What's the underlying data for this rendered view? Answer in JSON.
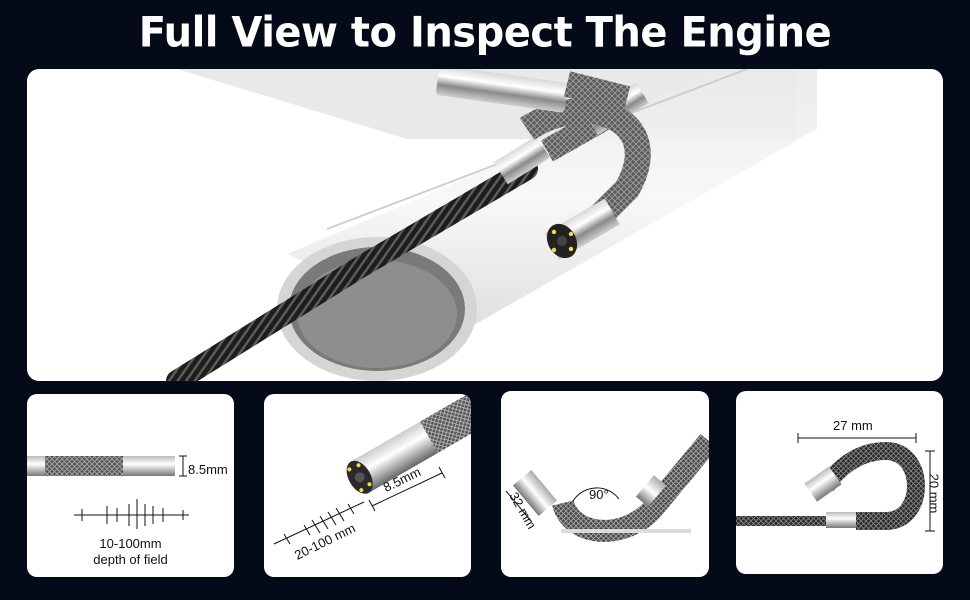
{
  "title": "Full View to Inspect The Engine",
  "panels": {
    "diameter": {
      "size_label": "8.5mm",
      "dof_range": "10-100mm",
      "dof_label": "depth of field"
    },
    "camera_tip": {
      "size_label": "8.5mm",
      "range_label": "20-100 mm"
    },
    "bend": {
      "angle_label": "90°",
      "length_label": "32 mm"
    },
    "loop": {
      "width_label": "27 mm",
      "height_label": "20 mm"
    }
  },
  "colors": {
    "background": "#050a19",
    "panel": "#ffffff",
    "cable": "#2a2a2a",
    "led": "#f5d94a"
  }
}
